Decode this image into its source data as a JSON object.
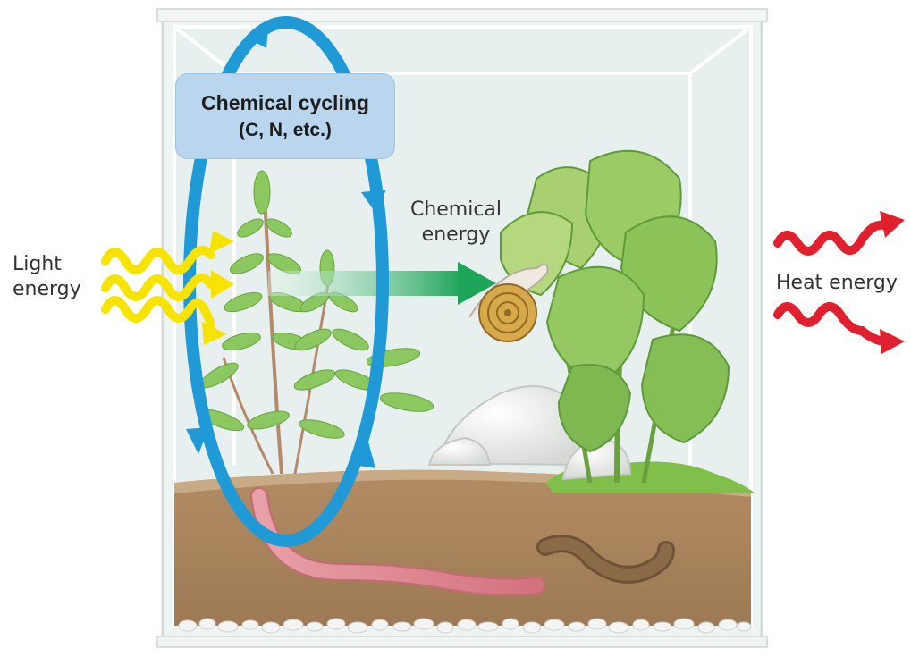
{
  "labels": {
    "light": "Light energy",
    "heat": "Heat energy",
    "chemical_energy": "Chemical energy",
    "cycling_title": "Chemical cycling",
    "cycling_sub": "(C, N, etc.)"
  },
  "icons": {
    "light_arrows": "yellow-wavy-arrow-icon",
    "heat_arrows": "red-wavy-arrow-icon",
    "energy_arrow": "green-arrow-icon",
    "cycle": "blue-cycle-loop-icon"
  },
  "colors": {
    "light": "#f6e400",
    "heat": "#e0202e",
    "chemical_energy_arrow": "#22a55a",
    "cycle_loop": "#1f9ad6",
    "cycle_box": "#b9d6ee",
    "soil": "#a9855f"
  }
}
